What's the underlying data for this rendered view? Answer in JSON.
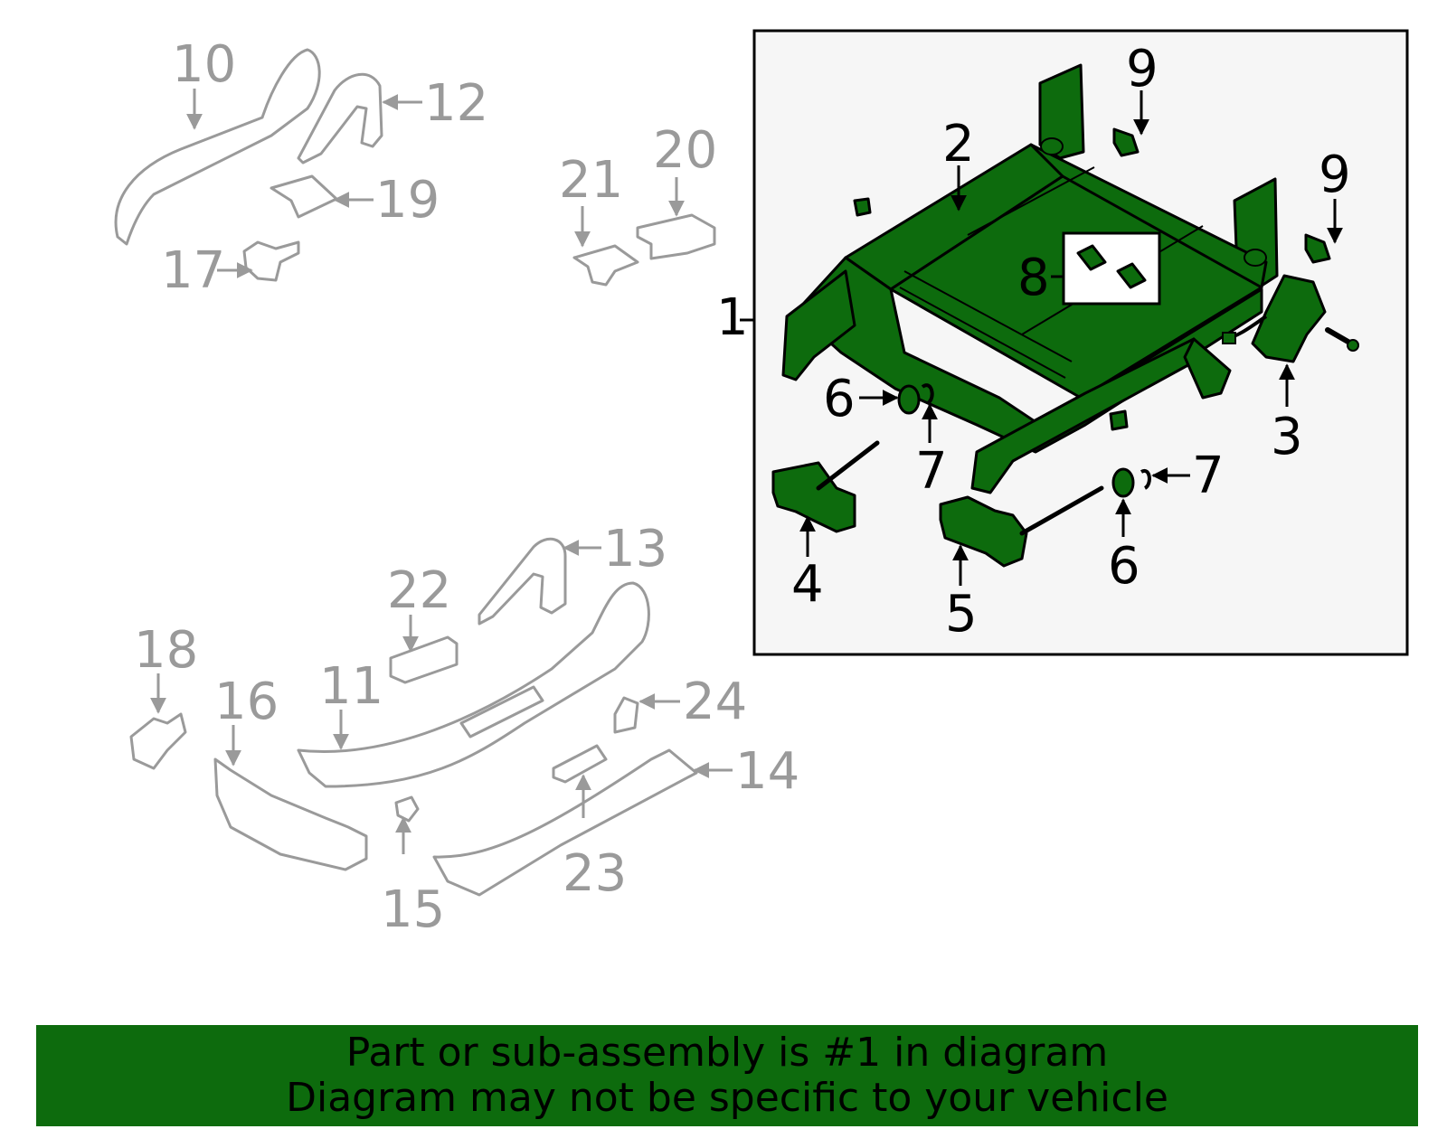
{
  "banner": {
    "line1": "Part or sub-assembly is #1 in diagram",
    "line2": "Diagram may not be specific to your vehicle",
    "color": "#0d6b0d"
  },
  "colors": {
    "highlight": "#0d6b0d",
    "gray_part": "#9a9a9a",
    "box_fill": "#f6f6f6",
    "box_stroke": "#000000"
  },
  "callouts": {
    "c1": "1",
    "c2": "2",
    "c3": "3",
    "c4": "4",
    "c5": "5",
    "c6a": "6",
    "c6b": "6",
    "c7a": "7",
    "c7b": "7",
    "c8": "8",
    "c9a": "9",
    "c9b": "9",
    "c10": "10",
    "c11": "11",
    "c12": "12",
    "c13": "13",
    "c14": "14",
    "c15": "15",
    "c16": "16",
    "c17": "17",
    "c18": "18",
    "c19": "19",
    "c20": "20",
    "c21": "21",
    "c22": "22",
    "c23": "23",
    "c24": "24"
  }
}
